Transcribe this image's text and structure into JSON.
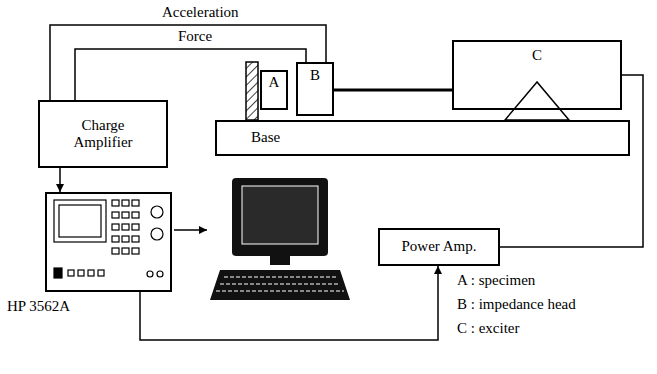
{
  "diagram": {
    "nodes": [
      {
        "text": [
          "A"
        ]
      },
      {
        "text": [
          "B"
        ]
      },
      {
        "text": [
          "C"
        ]
      },
      {
        "text": [
          "Charge Amplifier"
        ]
      },
      {
        "text": [
          "Base"
        ]
      },
      {
        "text": [
          "HP 3562A"
        ]
      },
      {
        "text": [
          "Power Amp."
        ]
      }
    ],
    "edges": [
      {
        "from": 1,
        "to": 3,
        "arrow": "none",
        "label": "Acceleration"
      },
      {
        "from": 1,
        "to": 3,
        "arrow": "none",
        "label": "Force"
      },
      {
        "from": 1,
        "to": 2,
        "arrow": "none"
      },
      {
        "from": 3,
        "to": 5,
        "arrow": "to"
      },
      {
        "from": 5,
        "to": 6,
        "arrow": "to"
      },
      {
        "from": 6,
        "to": 2,
        "arrow": "none"
      }
    ],
    "labels": [
      "A : specimen",
      "B : impedance head",
      "C : exciter"
    ]
  }
}
